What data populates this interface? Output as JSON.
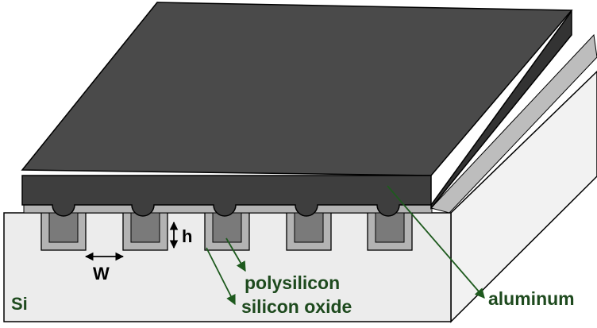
{
  "labels": {
    "h": "h",
    "w": "W",
    "si": "Si",
    "polysilicon": "polysilicon",
    "oxide": "silicon oxide",
    "aluminum": "aluminum"
  },
  "colors": {
    "substrate_front": "#ececec",
    "substrate_side": "#f2f2f2",
    "oxide": "#b3b3b3",
    "polysilicon": "#7a7a7a",
    "aluminum_top": "#4a4a4a",
    "aluminum_front": "#3e3e3e",
    "aluminum_side": "#333333",
    "annotation_text": "#1e4a1e",
    "annotation_arrow": "#1e5a1e",
    "outline": "#000000"
  },
  "trenches": {
    "count": 5
  }
}
